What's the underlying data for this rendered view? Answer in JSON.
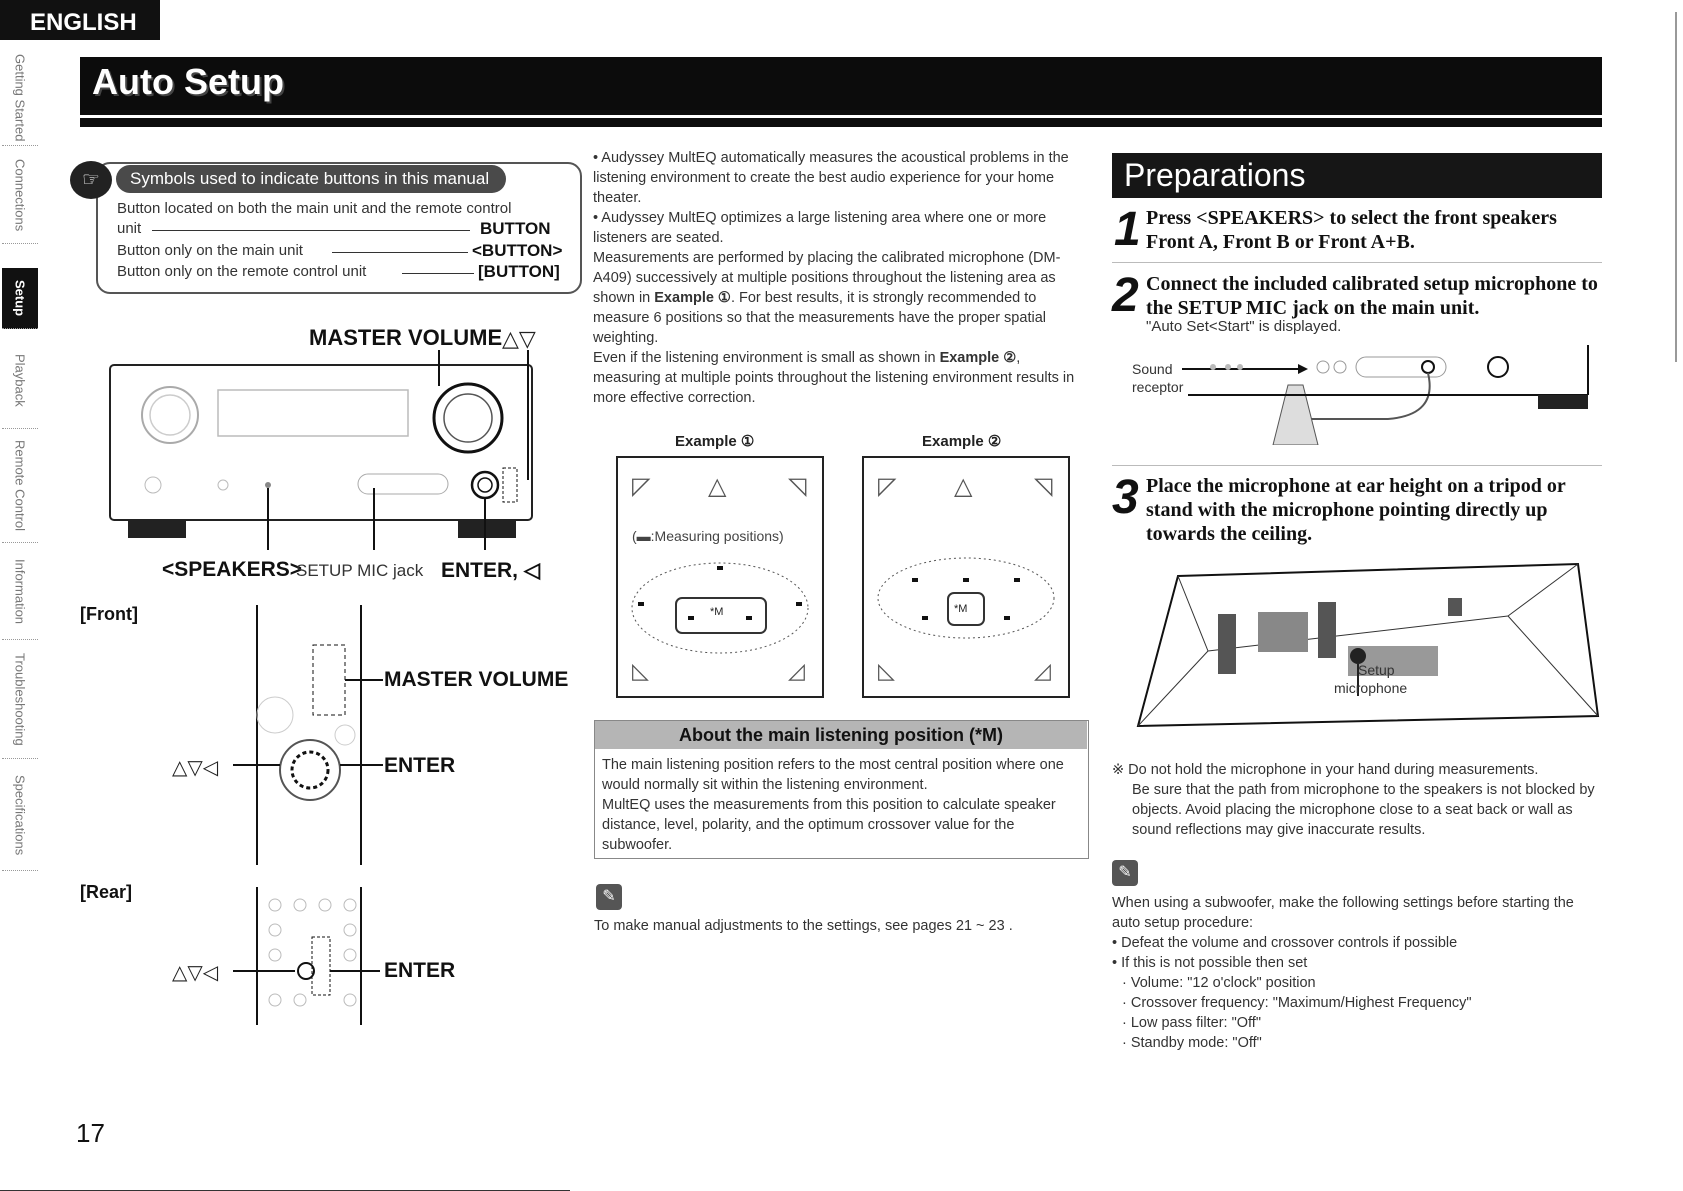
{
  "language": "ENGLISH",
  "sidenav": [
    {
      "label": "Getting Started",
      "active": false
    },
    {
      "label": "Connections",
      "active": false
    },
    {
      "label": "Setup",
      "active": true
    },
    {
      "label": "Playback",
      "active": false
    },
    {
      "label": "Remote Control",
      "active": false
    },
    {
      "label": "Information",
      "active": false
    },
    {
      "label": "Troubleshooting",
      "active": false
    },
    {
      "label": "Specifications",
      "active": false
    }
  ],
  "title": "Auto Setup",
  "symbols": {
    "heading": "Symbols used to indicate buttons in this manual",
    "row1_text": "Button located on both the main unit and the remote control",
    "row1b_text": "unit",
    "row1_key": "BUTTON",
    "row2_text": "Button only on the main unit",
    "row2_key": "<BUTTON>",
    "row3_text": "Button only on the remote control unit",
    "row3_key": "[BUTTON]"
  },
  "receiver": {
    "master_volume": "MASTER VOLUME",
    "updown": "△▽",
    "speakers": "<SPEAKERS>",
    "setup_mic": "SETUP MIC jack",
    "enter_left": "ENTER, ◁"
  },
  "remote": {
    "front": "[Front]",
    "rear": "[Rear]",
    "master_volume": "MASTER VOLUME",
    "arrows": "△▽◁",
    "enter": "ENTER"
  },
  "middle": {
    "p1": "• Audyssey MultEQ automatically measures the acoustical problems in the listening environment to create the best audio experience for your home theater.",
    "p2": "• Audyssey MultEQ optimizes a large listening area where one or more listeners are seated.",
    "p3a": "Measurements are performed by placing the calibrated microphone (DM-A409) successively at multiple positions throughout the listening area as shown in ",
    "p3b": "Example ①",
    "p3c": ". For best results, it is strongly recommended to measure 6 positions so that the measurements have the proper spatial weighting.",
    "p4a": "Even if the listening environment is small as shown in ",
    "p4b": "Example ②",
    "p4c": ", measuring at multiple points throughout the listening environment results in more effective correction.",
    "example1": "Example ①",
    "example2": "Example ②",
    "measuring": "(▬:Measuring positions)",
    "mark_m": "*M",
    "about_head": "About the main listening position (*M)",
    "about_p1": "The main listening position refers to the most central position where one would normally sit within the listening environment.",
    "about_p2": "MultEQ uses the measurements from this position to calculate speaker distance, level, polarity, and the optimum crossover value for the subwoofer.",
    "manual_note": "To make manual adjustments to the settings, see pages 21 ~ 23 ."
  },
  "right": {
    "prep_head": "Preparations",
    "step1_num": "1",
    "step1": "Press <SPEAKERS> to select the front speakers Front A, Front B or Front A+B.",
    "step2_num": "2",
    "step2": "Connect the included calibrated setup microphone to the SETUP MIC jack on the main unit.",
    "step2_note": "\"Auto Set<Start\" is displayed.",
    "sound_receptor_1": "Sound",
    "sound_receptor_2": "receptor",
    "step3_num": "3",
    "step3": "Place the microphone at ear height on a tripod or stand with the microphone pointing directly up towards the ceiling.",
    "setup_mic_1": "Setup",
    "setup_mic_2": "microphone",
    "note1": "※ Do not hold the microphone in your hand during measurements.",
    "note2": "Be sure that the path from microphone to the speakers is not blocked by objects. Avoid placing the microphone close to a seat back or wall as sound reflections may give inaccurate results.",
    "sub_intro": "When using a subwoofer, make the following settings before starting the auto setup procedure:",
    "sub_b1": "• Defeat the volume and crossover controls if possible",
    "sub_b2": "• If this is not possible then set",
    "sub_s1": "· Volume: \"12 o'clock\" position",
    "sub_s2": "· Crossover frequency: \"Maximum/Highest Frequency\"",
    "sub_s3": "· Low pass filter: \"Off\"",
    "sub_s4": "· Standby mode: \"Off\""
  },
  "page_number": "17"
}
